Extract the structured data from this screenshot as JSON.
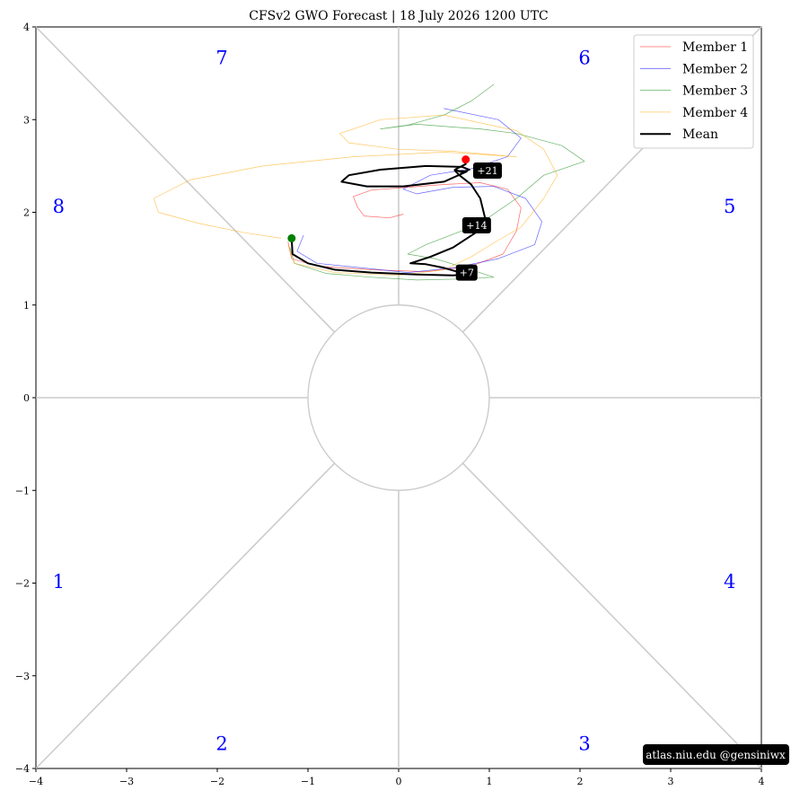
{
  "chart_data": {
    "type": "line",
    "title": "CFSv2 GWO Forecast   |   18  July  2026 1200 UTC",
    "xlim": [
      -4,
      4
    ],
    "ylim": [
      -4,
      4
    ],
    "xticks": [
      -4,
      -3,
      -2,
      -1,
      0,
      1,
      2,
      3,
      4
    ],
    "yticks": [
      -4,
      -3,
      -2,
      -1,
      0,
      1,
      2,
      3,
      4
    ],
    "xtick_labels": [
      "−4",
      "−3",
      "−2",
      "−1",
      "0",
      "1",
      "2",
      "3",
      "4"
    ],
    "ytick_labels": [
      "−4",
      "−3",
      "−2",
      "−1",
      "0",
      "1",
      "2",
      "3",
      "4"
    ],
    "phases": [
      {
        "label": "1",
        "x": -3.75,
        "y": -2.0
      },
      {
        "label": "2",
        "x": -1.95,
        "y": -3.75
      },
      {
        "label": "3",
        "x": 2.05,
        "y": -3.75
      },
      {
        "label": "4",
        "x": 3.65,
        "y": -2.0
      },
      {
        "label": "5",
        "x": 3.65,
        "y": 2.05
      },
      {
        "label": "6",
        "x": 2.05,
        "y": 3.65
      },
      {
        "label": "7",
        "x": -1.95,
        "y": 3.65
      },
      {
        "label": "8",
        "x": -3.75,
        "y": 2.05
      }
    ],
    "legend": {
      "position": "top-right",
      "entries": [
        "Member 1",
        "Member 2",
        "Member 3",
        "Member 4",
        "Mean"
      ]
    },
    "series": [
      {
        "name": "Member 1",
        "color": "#ff0000",
        "points": [
          [
            -1.22,
            1.68
          ],
          [
            -1.18,
            1.5
          ],
          [
            -0.9,
            1.42
          ],
          [
            -0.3,
            1.38
          ],
          [
            0.3,
            1.36
          ],
          [
            0.8,
            1.42
          ],
          [
            1.15,
            1.55
          ],
          [
            1.3,
            1.8
          ],
          [
            1.35,
            2.05
          ],
          [
            1.2,
            2.25
          ],
          [
            0.9,
            2.32
          ],
          [
            0.5,
            2.3
          ],
          [
            0.1,
            2.27
          ],
          [
            -0.3,
            2.24
          ],
          [
            -0.5,
            2.17
          ],
          [
            -0.45,
            2.05
          ],
          [
            -0.38,
            1.96
          ],
          [
            -0.1,
            1.94
          ],
          [
            0.05,
            1.98
          ]
        ]
      },
      {
        "name": "Member 2",
        "color": "#0000ff",
        "points": [
          [
            -1.05,
            1.75
          ],
          [
            -1.12,
            1.58
          ],
          [
            -0.9,
            1.45
          ],
          [
            -0.4,
            1.4
          ],
          [
            0.1,
            1.35
          ],
          [
            0.6,
            1.4
          ],
          [
            1.1,
            1.5
          ],
          [
            1.5,
            1.65
          ],
          [
            1.58,
            1.9
          ],
          [
            1.4,
            2.15
          ],
          [
            1.05,
            2.28
          ],
          [
            0.6,
            2.27
          ],
          [
            0.2,
            2.2
          ],
          [
            0.05,
            2.25
          ],
          [
            0.35,
            2.4
          ],
          [
            0.8,
            2.47
          ],
          [
            1.2,
            2.6
          ],
          [
            1.35,
            2.8
          ],
          [
            1.1,
            3.0
          ],
          [
            0.5,
            3.12
          ]
        ]
      },
      {
        "name": "Member 3",
        "color": "#008000",
        "points": [
          [
            -1.2,
            1.62
          ],
          [
            -1.15,
            1.45
          ],
          [
            -0.8,
            1.34
          ],
          [
            -0.3,
            1.3
          ],
          [
            0.2,
            1.27
          ],
          [
            0.7,
            1.28
          ],
          [
            1.05,
            1.3
          ],
          [
            0.8,
            1.38
          ],
          [
            0.4,
            1.5
          ],
          [
            0.1,
            1.55
          ],
          [
            0.3,
            1.65
          ],
          [
            0.7,
            1.8
          ],
          [
            1.0,
            1.95
          ],
          [
            1.3,
            2.15
          ],
          [
            1.6,
            2.4
          ],
          [
            2.05,
            2.55
          ],
          [
            1.8,
            2.72
          ],
          [
            1.3,
            2.85
          ],
          [
            0.9,
            2.9
          ],
          [
            0.6,
            2.92
          ],
          [
            0.2,
            2.95
          ],
          [
            -0.2,
            2.9
          ],
          [
            0.1,
            2.94
          ],
          [
            0.5,
            3.05
          ],
          [
            0.8,
            3.2
          ],
          [
            1.05,
            3.38
          ]
        ]
      },
      {
        "name": "Member 4",
        "color": "#ffa500",
        "points": [
          [
            -1.22,
            1.65
          ],
          [
            -1.15,
            1.45
          ],
          [
            -0.7,
            1.35
          ],
          [
            0.0,
            1.32
          ],
          [
            0.5,
            1.38
          ],
          [
            0.8,
            1.52
          ],
          [
            1.1,
            1.7
          ],
          [
            1.35,
            1.84
          ],
          [
            1.6,
            2.15
          ],
          [
            1.75,
            2.4
          ],
          [
            1.6,
            2.68
          ],
          [
            1.3,
            2.88
          ],
          [
            0.5,
            3.05
          ],
          [
            -0.2,
            3.0
          ],
          [
            -0.65,
            2.85
          ],
          [
            -0.55,
            2.75
          ],
          [
            0.0,
            2.68
          ],
          [
            0.6,
            2.66
          ],
          [
            1.3,
            2.6
          ],
          [
            0.5,
            2.65
          ],
          [
            -0.5,
            2.6
          ],
          [
            -1.5,
            2.5
          ],
          [
            -2.3,
            2.35
          ],
          [
            -2.7,
            2.15
          ],
          [
            -2.65,
            2.0
          ],
          [
            -2.2,
            1.88
          ],
          [
            -1.7,
            1.78
          ],
          [
            -1.3,
            1.72
          ]
        ]
      },
      {
        "name": "Mean",
        "color": "#000000",
        "points": [
          [
            -1.18,
            1.72
          ],
          [
            -1.17,
            1.55
          ],
          [
            -1.0,
            1.45
          ],
          [
            -0.7,
            1.38
          ],
          [
            -0.3,
            1.35
          ],
          [
            0.2,
            1.33
          ],
          [
            0.6,
            1.32
          ],
          [
            0.75,
            1.33
          ],
          [
            0.5,
            1.4
          ],
          [
            0.3,
            1.44
          ],
          [
            0.13,
            1.45
          ],
          [
            0.35,
            1.52
          ],
          [
            0.6,
            1.62
          ],
          [
            0.85,
            1.78
          ],
          [
            0.95,
            1.95
          ],
          [
            0.9,
            2.15
          ],
          [
            0.8,
            2.3
          ],
          [
            0.67,
            2.4
          ],
          [
            0.62,
            2.45
          ],
          [
            0.75,
            2.44
          ],
          [
            0.5,
            2.33
          ],
          [
            0.05,
            2.28
          ],
          [
            -0.35,
            2.28
          ],
          [
            -0.63,
            2.33
          ],
          [
            -0.55,
            2.4
          ],
          [
            -0.2,
            2.46
          ],
          [
            0.3,
            2.5
          ],
          [
            0.7,
            2.49
          ],
          [
            0.78,
            2.46
          ],
          [
            0.7,
            2.43
          ],
          [
            0.62,
            2.46
          ],
          [
            0.74,
            2.52
          ],
          [
            0.73,
            2.57
          ]
        ]
      }
    ],
    "start_marker": {
      "x": -1.18,
      "y": 1.72,
      "color": "#008000"
    },
    "end_marker": {
      "x": 0.74,
      "y": 2.57,
      "color": "#ff0000"
    },
    "day_labels": [
      {
        "text": "+7",
        "x": 0.75,
        "y": 1.35
      },
      {
        "text": "+14",
        "x": 0.86,
        "y": 1.86
      },
      {
        "text": "+21",
        "x": 0.98,
        "y": 2.45
      }
    ]
  },
  "credit": "atlas.niu.edu  @gensiniwx"
}
